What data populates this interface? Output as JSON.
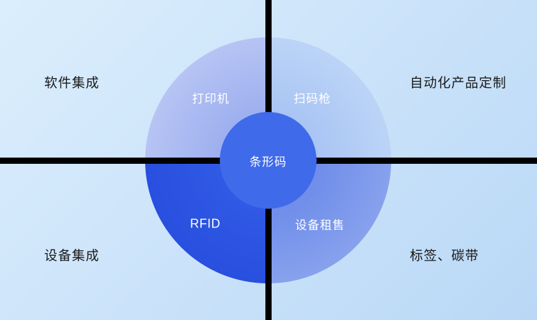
{
  "diagram": {
    "center_label": "条形码",
    "quadrant_labels": {
      "top_left": "打印机",
      "top_right": "扫码枪",
      "bottom_left": "RFID",
      "bottom_right": "设备租售"
    },
    "corner_labels": {
      "top_left": "软件集成",
      "top_right": "自动化产品定制",
      "bottom_left": "设备集成",
      "bottom_right": "标签、碳带"
    },
    "colors": {
      "background_top": "#dbeefc",
      "background_bottom": "#b9d8f6",
      "divider": "#000000",
      "text_light": "#ffffff",
      "text_dark": "#1a1a1a",
      "quadrant_tl_inner": "#8ea2ec",
      "quadrant_tl_outer": "#c7d2f7",
      "quadrant_tr_inner": "#9dbbf1",
      "quadrant_tr_outer": "#c8def9",
      "quadrant_bl_inner": "#3560ea",
      "quadrant_bl_outer": "#2348da",
      "quadrant_br_inner": "#5f80e8",
      "quadrant_br_outer": "#98afef",
      "center_circle": "#3f6ae9"
    }
  }
}
